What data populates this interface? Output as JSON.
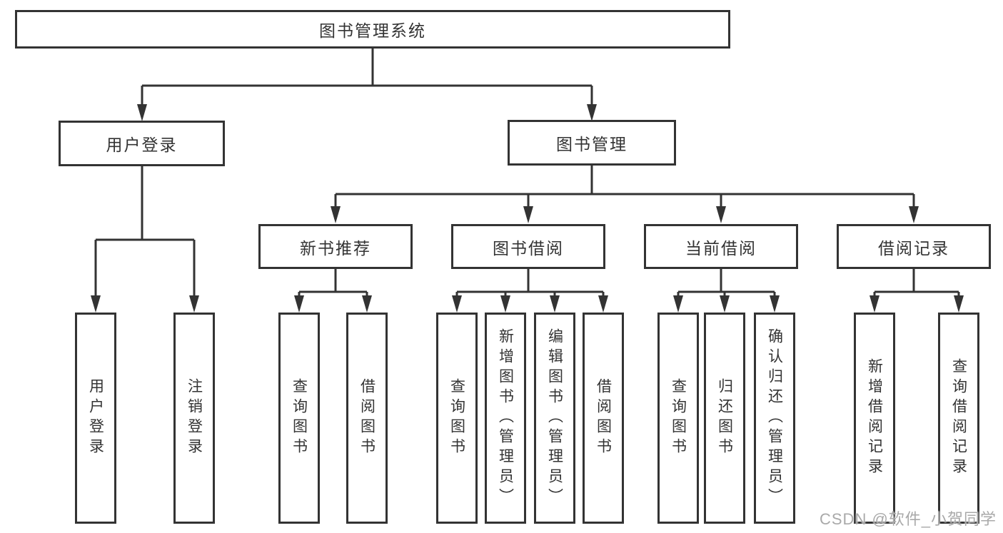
{
  "nodes": {
    "root": "图书管理系统",
    "l2": {
      "user_login": "用户登录",
      "book_mgmt": "图书管理"
    },
    "l3": {
      "new_books": "新书推荐",
      "borrowing": "图书借阅",
      "current": "当前借阅",
      "records": "借阅记录"
    },
    "leaves": {
      "login": "用户登录",
      "logout": "注销登录",
      "nb_query": "查询图书",
      "nb_borrow": "借阅图书",
      "bw_query": "查询图书",
      "bw_add": "新增图书（管理员）",
      "bw_edit": "编辑图书（管理员）",
      "bw_borrow": "借阅图书",
      "cur_query": "查询图书",
      "cur_return": "归还图书",
      "cur_confirm": "确认归还（管理员）",
      "rec_add": "新增借阅记录",
      "rec_query": "查询借阅记录"
    }
  },
  "hierarchy": {
    "图书管理系统": [
      "用户登录",
      "图书管理"
    ],
    "用户登录": [
      "用户登录",
      "注销登录"
    ],
    "图书管理": [
      "新书推荐",
      "图书借阅",
      "当前借阅",
      "借阅记录"
    ],
    "新书推荐": [
      "查询图书",
      "借阅图书"
    ],
    "图书借阅": [
      "查询图书",
      "新增图书（管理员）",
      "编辑图书（管理员）",
      "借阅图书"
    ],
    "当前借阅": [
      "查询图书",
      "归还图书",
      "确认归还（管理员）"
    ],
    "借阅记录": [
      "新增借阅记录",
      "查询借阅记录"
    ]
  },
  "watermark": "CSDN @软件_小贺同学",
  "colors": {
    "line": "#333333",
    "border": "#333333",
    "text": "#333333",
    "watermark": "#a9a9a9",
    "background": "#ffffff"
  }
}
